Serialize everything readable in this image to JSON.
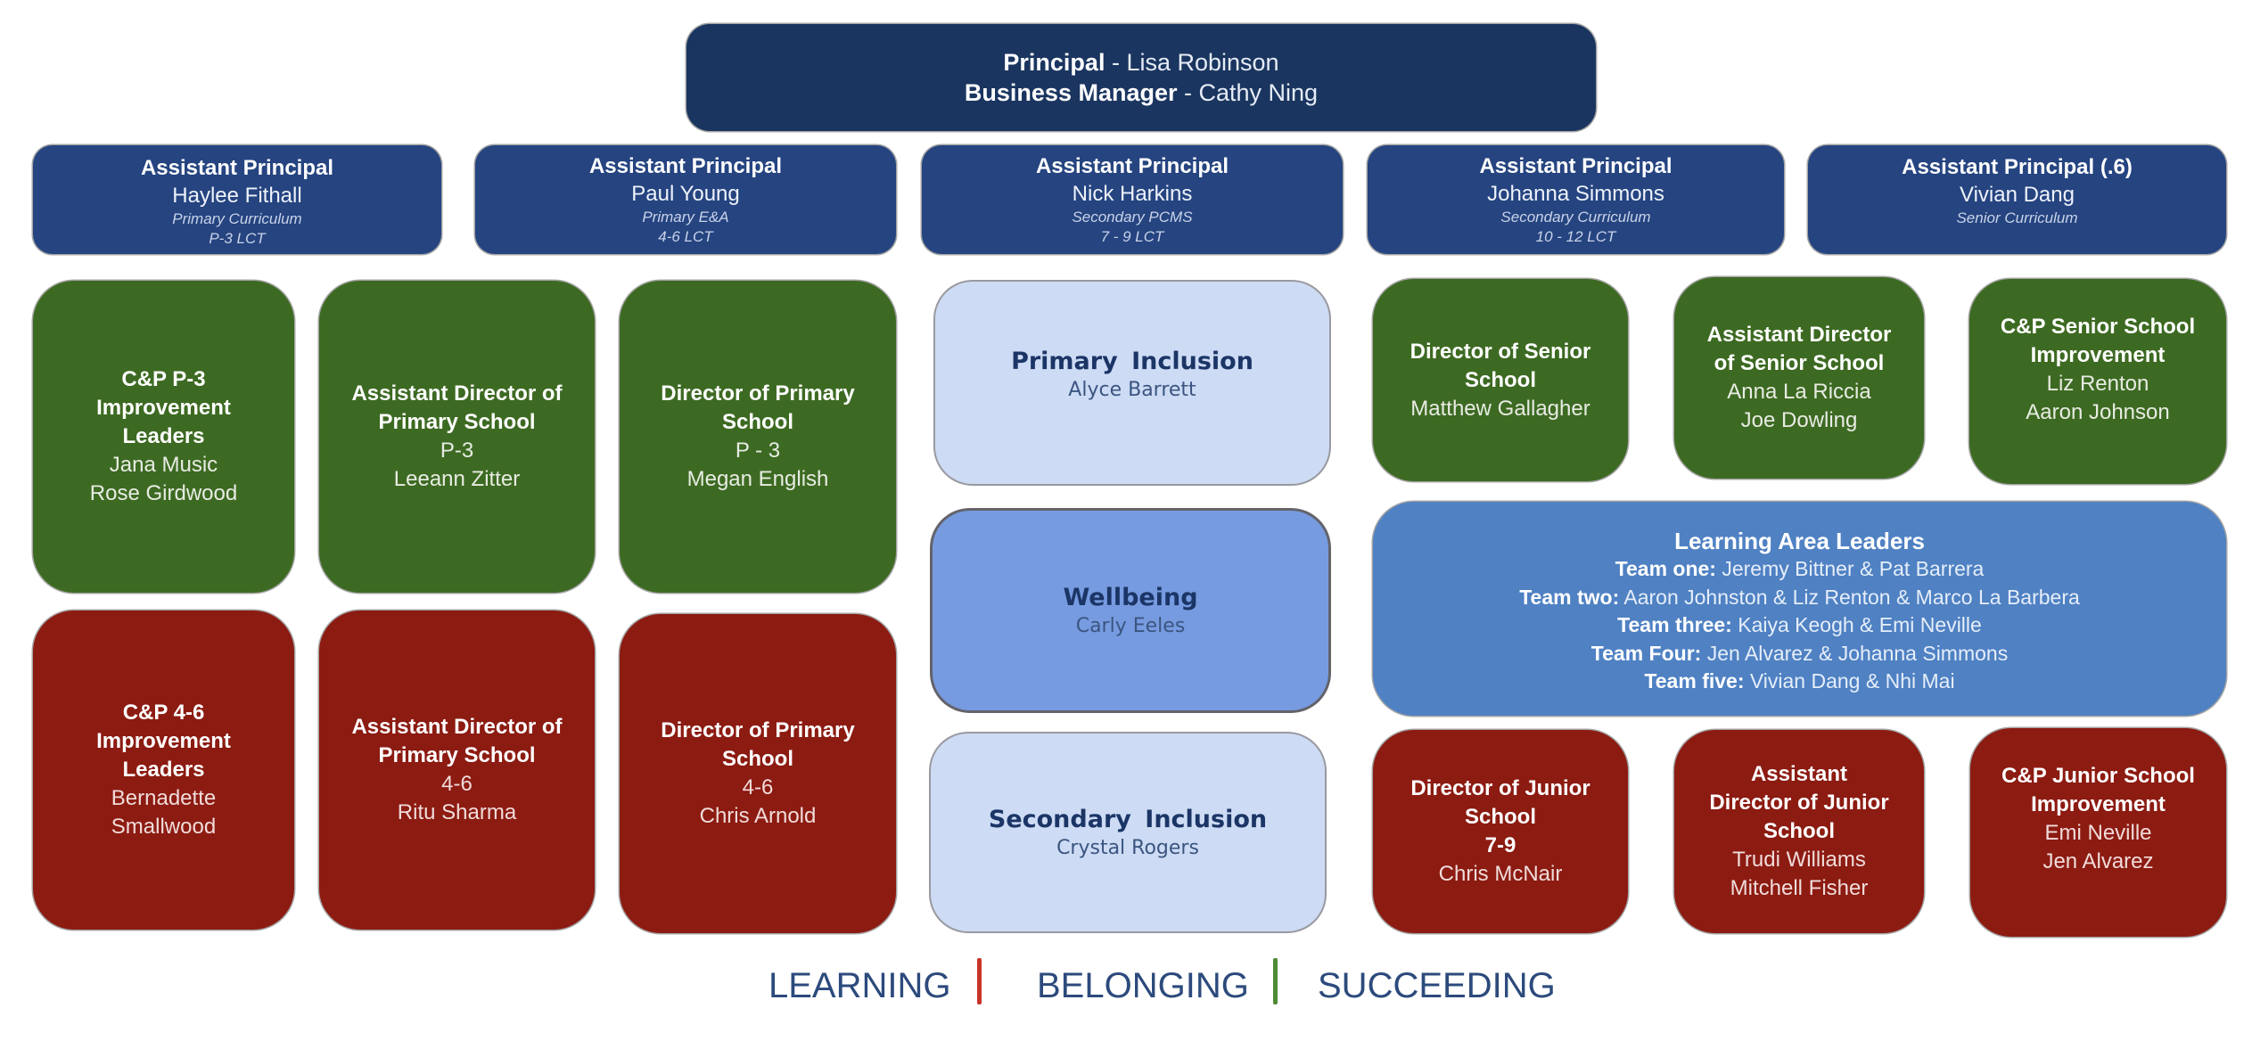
{
  "colors": {
    "navy": "#1a355f",
    "assistant_principal_blue": "#254480",
    "learning_green": "#3d6a22",
    "belonging_red": "#8c1b12",
    "light_blue": "#cddbf4",
    "medium_blue": "#779be0",
    "learning_area_blue": "#4f81c3",
    "footer_text": "#2c4a7c"
  },
  "top": {
    "principal_title": "Principal",
    "principal_name": "Lisa Robinson",
    "manager_title": "Business Manager",
    "manager_name": "Cathy Ning",
    "separator": " - "
  },
  "assistant_principals": [
    {
      "title": "Assistant Principal",
      "name": "Haylee Fithall",
      "role": "Primary Curriculum",
      "scope": "P-3 LCT"
    },
    {
      "title": "Assistant Principal",
      "name": "Paul Young",
      "role": "Primary E&A",
      "scope": "4-6 LCT"
    },
    {
      "title": "Assistant Principal",
      "name": "Nick Harkins",
      "role": "Secondary PCMS",
      "scope": "7 - 9 LCT"
    },
    {
      "title": "Assistant Principal",
      "name": "Johanna Simmons",
      "role": "Secondary Curriculum",
      "scope": "10 - 12 LCT"
    },
    {
      "title": "Assistant Principal (.6)",
      "name": "Vivian Dang",
      "role": "Senior Curriculum",
      "scope": ""
    }
  ],
  "primary_green": [
    {
      "title": "C&P P-3 Improvement Leaders",
      "lines": [
        "Jana Music",
        "Rose Girdwood"
      ]
    },
    {
      "title": "Assistant Director of Primary School",
      "lines": [
        "P-3",
        "Leeann Zitter"
      ]
    },
    {
      "title": "Director of Primary School",
      "lines": [
        "P - 3",
        "Megan English"
      ]
    }
  ],
  "primary_red": [
    {
      "title": "C&P 4-6 Improvement Leaders",
      "lines": [
        "Bernadette",
        "Smallwood"
      ]
    },
    {
      "title": "Assistant Director of Primary School",
      "lines": [
        "4-6",
        "Ritu Sharma"
      ]
    },
    {
      "title": "Director of Primary School",
      "lines": [
        "4-6",
        "Chris Arnold"
      ]
    }
  ],
  "center": [
    {
      "title": "Primary  Inclusion",
      "name": "Alyce Barrett"
    },
    {
      "title": "Wellbeing",
      "name": "Carly Eeles"
    },
    {
      "title": "Secondary  Inclusion",
      "name": "Crystal Rogers"
    }
  ],
  "senior_green": [
    {
      "title": "Director of Senior School",
      "lines": [
        "Matthew Gallagher"
      ]
    },
    {
      "title": "Assistant Director of Senior School",
      "lines": [
        "Anna La Riccia",
        "Joe Dowling"
      ]
    },
    {
      "title": "C&P Senior School Improvement",
      "lines": [
        "Liz Renton",
        "Aaron Johnson"
      ]
    }
  ],
  "learning_area_leaders": {
    "title": "Learning Area Leaders",
    "teams": [
      {
        "label": "Team one:",
        "members": "Jeremy Bittner & Pat Barrera"
      },
      {
        "label": "Team two:",
        "members": " Aaron Johnston & Liz Renton & Marco La Barbera"
      },
      {
        "label": "Team three:",
        "members": "Kaiya Keogh & Emi Neville"
      },
      {
        "label": "Team Four:",
        "members": "Jen Alvarez & Johanna Simmons"
      },
      {
        "label": "Team five:",
        "members": "Vivian Dang & Nhi Mai"
      }
    ]
  },
  "junior_red": [
    {
      "title": "Director of Junior School",
      "bold_line": "7-9",
      "lines": [
        "Chris McNair"
      ]
    },
    {
      "title": "Assistant Director of Junior School",
      "bold_line": "",
      "lines": [
        "Trudi Williams",
        "Mitchell Fisher"
      ]
    },
    {
      "title": "C&P Junior School Improvement",
      "bold_line": "",
      "lines": [
        "Emi Neville",
        "Jen Alvarez"
      ]
    }
  ],
  "footer": {
    "words": [
      "LEARNING",
      "BELONGING",
      "SUCCEEDING"
    ]
  }
}
